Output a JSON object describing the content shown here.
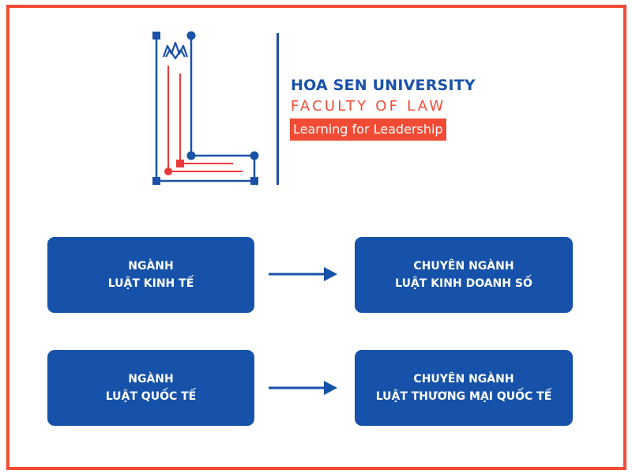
{
  "header": {
    "university": "HOA SEN UNIVERSITY",
    "faculty": "FACULTY OF LAW",
    "tagline": "Learning for Leadership"
  },
  "colors": {
    "brand_blue": "#1652a9",
    "brand_red": "#f14b35"
  },
  "rows": [
    {
      "major": {
        "line1": "NGÀNH",
        "line2": "LUẬT KINH TẾ"
      },
      "specialization": {
        "line1": "CHUYÊN NGÀNH",
        "line2": "LUẬT KINH DOANH SỐ"
      }
    },
    {
      "major": {
        "line1": "NGÀNH",
        "line2": "LUẬT QUỐC TẾ"
      },
      "specialization": {
        "line1": "CHUYÊN NGÀNH",
        "line2": "LUẬT THƯƠNG MẠI QUỐC TẾ"
      }
    }
  ]
}
